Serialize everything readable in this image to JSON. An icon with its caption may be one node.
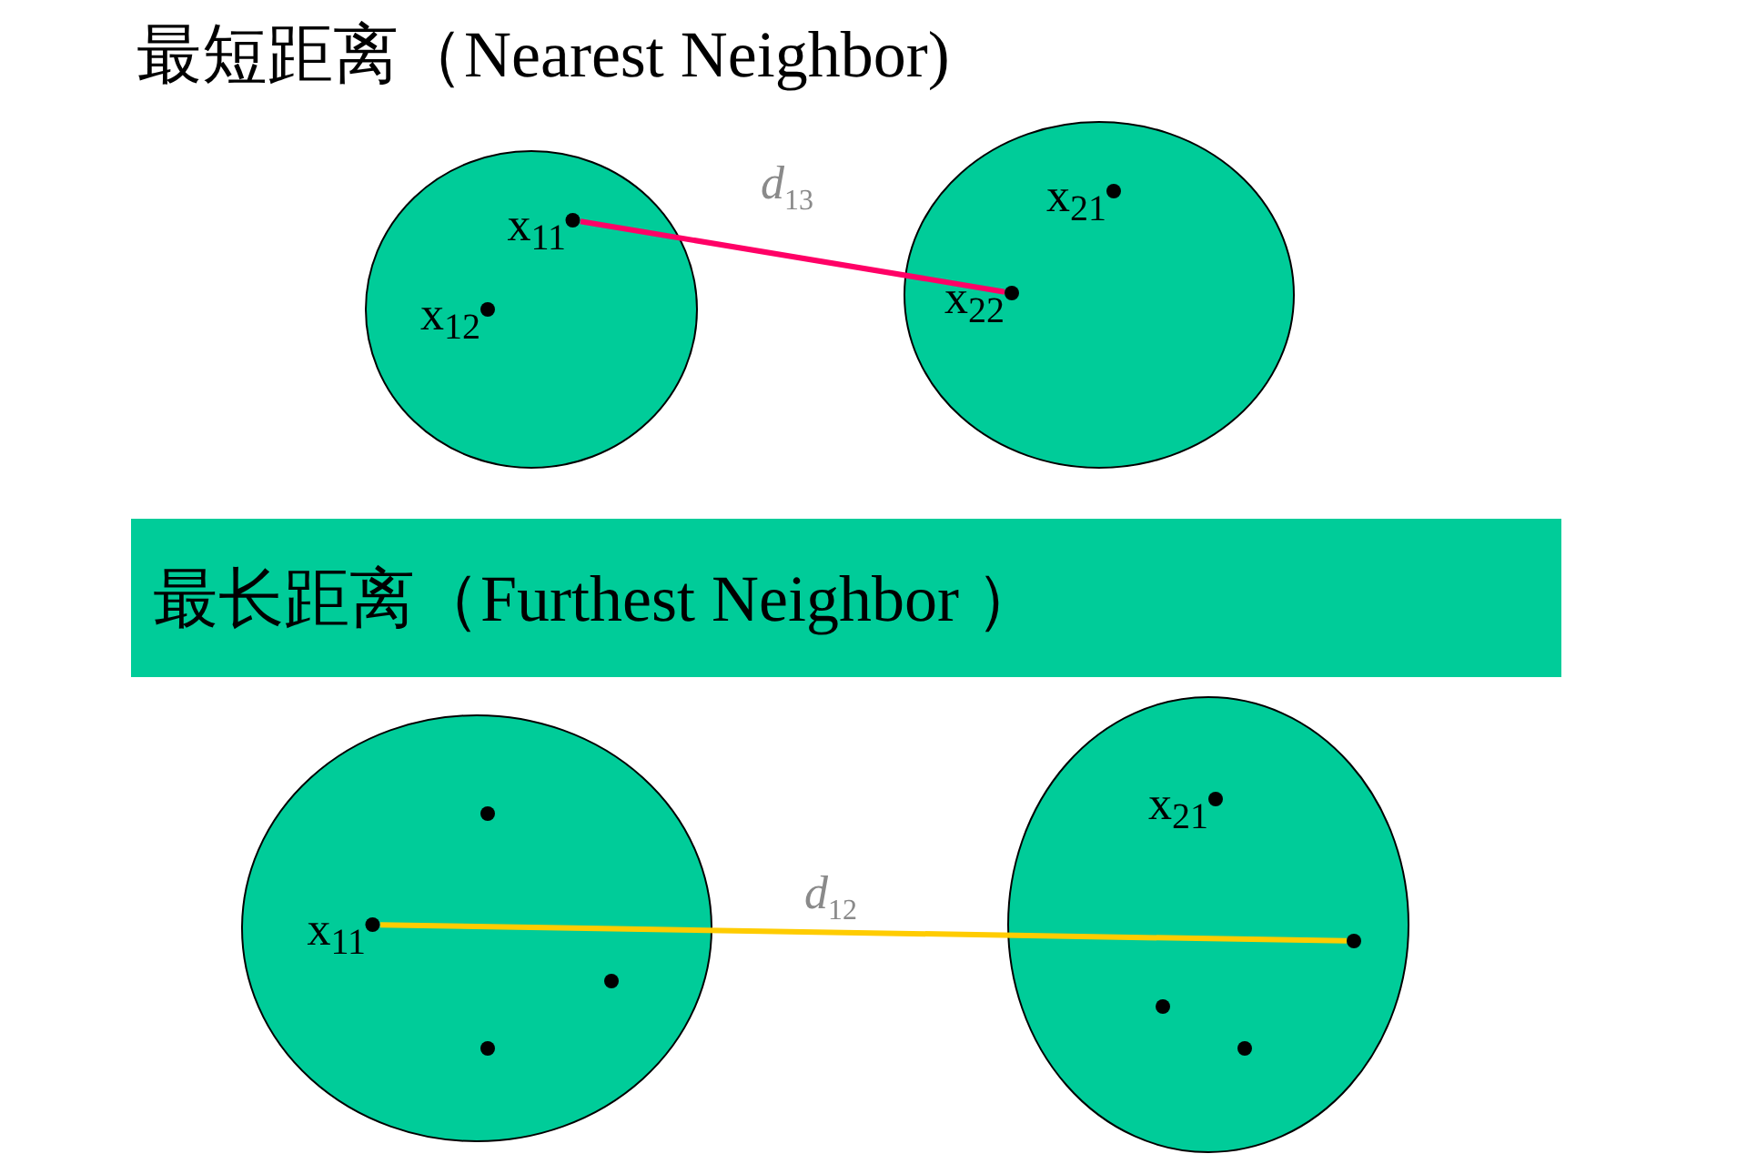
{
  "diagram": {
    "title": "最短距离（Nearest Neighbor)",
    "nodes": [
      {
        "text": [],
        "shape": "circle"
      },
      {
        "text": [
          "x$_{11}$"
        ],
        "in": 0
      },
      {
        "text": [
          "x$_{12}$"
        ],
        "in": 0
      },
      {
        "text": [],
        "shape": "circle"
      },
      {
        "text": [
          "x$_{21}$"
        ],
        "in": 3
      },
      {
        "text": [
          "x$_{22}$"
        ],
        "in": 3
      },
      {
        "text": [
          "最长距离（Furthest Neighbor ）"
        ]
      },
      {
        "text": [],
        "shape": "circle"
      },
      {
        "text": [],
        "shape": "circle",
        "in": 7
      },
      {
        "text": [
          "x$_{11}$"
        ],
        "in": 7
      },
      {
        "text": [],
        "shape": "circle",
        "in": 7
      },
      {
        "text": [],
        "shape": "circle",
        "in": 7
      },
      {
        "text": [],
        "shape": "circle"
      },
      {
        "text": [
          "x$_{21}$"
        ],
        "in": 12
      },
      {
        "text": [],
        "shape": "circle",
        "in": 12
      },
      {
        "text": [],
        "shape": "circle",
        "in": 12
      },
      {
        "text": [],
        "shape": "circle",
        "in": 12
      }
    ],
    "edges": [
      {
        "from": 1,
        "to": 5,
        "arrow": "none",
        "label": "*d*$_{13}$",
        "color": "#ff0066"
      },
      {
        "from": 9,
        "to": 14,
        "arrow": "none",
        "label": "*d*$_{12}$",
        "color": "#ffcc00"
      }
    ]
  }
}
